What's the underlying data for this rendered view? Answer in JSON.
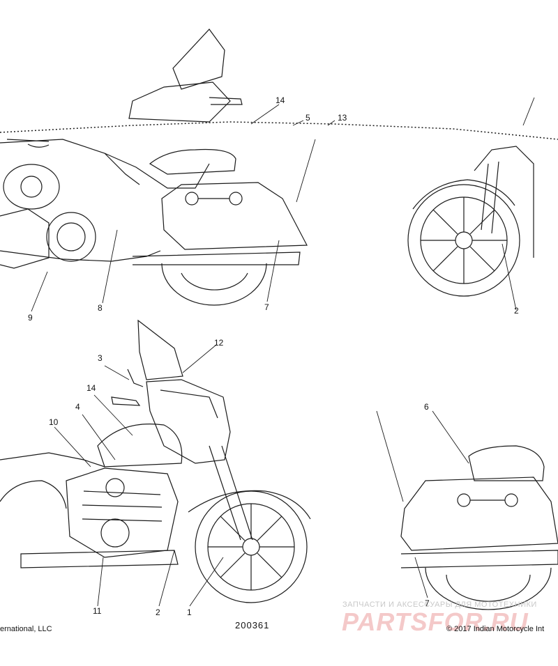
{
  "callouts": [
    {
      "id": "14",
      "label": "14"
    },
    {
      "id": "5",
      "label": "5"
    },
    {
      "id": "13",
      "label": "13"
    },
    {
      "id": "9",
      "label": "9"
    },
    {
      "id": "8",
      "label": "8"
    },
    {
      "id": "7a",
      "label": "7"
    },
    {
      "id": "2a",
      "label": "2"
    },
    {
      "id": "3",
      "label": "3"
    },
    {
      "id": "12",
      "label": "12"
    },
    {
      "id": "14b",
      "label": "14"
    },
    {
      "id": "4",
      "label": "4"
    },
    {
      "id": "10",
      "label": "10"
    },
    {
      "id": "6",
      "label": "6"
    },
    {
      "id": "11",
      "label": "11"
    },
    {
      "id": "2b",
      "label": "2"
    },
    {
      "id": "1",
      "label": "1"
    },
    {
      "id": "7b",
      "label": "7"
    }
  ],
  "footer": {
    "left_copyright": "ernational, LLC",
    "reference_code": "200361",
    "right_copyright": "© 2017 Indian Motorcycle Int"
  },
  "watermark": {
    "tagline": "ЗАПЧАСТИ И АКСЕССУАРЫ ДЛЯ МОТОТЕХНИКИ",
    "logo": "PARTSFOR.RU"
  },
  "colors": {
    "line": "#1a1a1a",
    "watermark_red": "#f4c9c9",
    "watermark_gray": "#c8c8c8"
  }
}
